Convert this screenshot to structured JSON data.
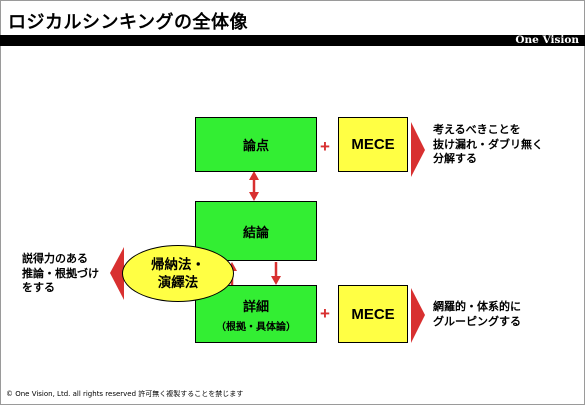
{
  "title": "ロジカルシンキングの全体像",
  "brand": "One Vision",
  "boxes": {
    "ronten": "論点",
    "ketsuron": "結論",
    "shosai_main": "詳細",
    "shosai_sub": "（根拠・具体論）",
    "mece_top": "MECE",
    "mece_bottom": "MECE"
  },
  "plus_sign": "+",
  "oval": {
    "line1": "帰納法・",
    "line2": "演繹法"
  },
  "notes": {
    "top": [
      "考えるべきことを",
      "抜け漏れ・ダブリ無く",
      "分解する"
    ],
    "bottom": [
      "網羅的・体系的に",
      "グルーピングする"
    ],
    "left": [
      "説得力のある",
      "推論・根拠づけ",
      "をする"
    ]
  },
  "colors": {
    "green": "#33ee33",
    "yellow": "#ffff44",
    "red": "#d83030",
    "black": "#000000"
  },
  "footer": "© One Vision, Ltd. all rights reserved  許可無く複製することを禁じます"
}
